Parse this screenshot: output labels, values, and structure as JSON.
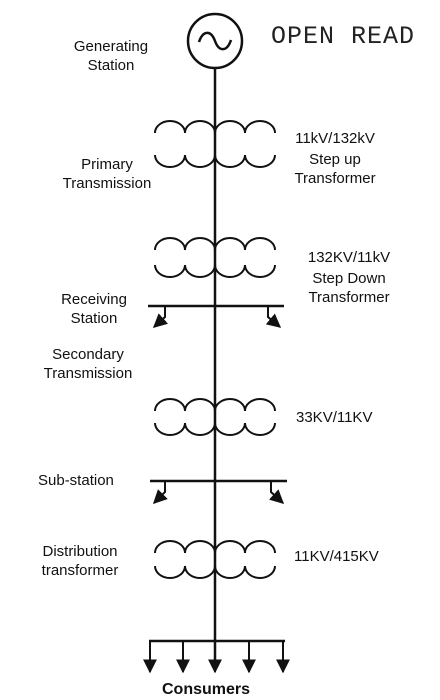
{
  "watermark": "OPEN READ",
  "labels": {
    "generating_station": [
      "Generating",
      "Station"
    ],
    "primary_transmission": [
      "Primary",
      "Transmission"
    ],
    "receiving_station": [
      "Receiving",
      "Station"
    ],
    "secondary_transmission": [
      "Secondary",
      "Transmission"
    ],
    "sub_station": "Sub-station",
    "distribution_transformer": [
      "Distribution",
      "transformer"
    ],
    "consumers": "Consumers"
  },
  "transformers": [
    {
      "rating": "11kV/132kV",
      "type": [
        "Step up",
        "Transformer"
      ]
    },
    {
      "rating": "132KV/11kV",
      "type": [
        "Step Down",
        "Transformer"
      ]
    },
    {
      "rating": "33KV/11KV"
    },
    {
      "rating": "11KV/415KV"
    }
  ],
  "colors": {
    "line": "#111111",
    "background": "#ffffff"
  }
}
